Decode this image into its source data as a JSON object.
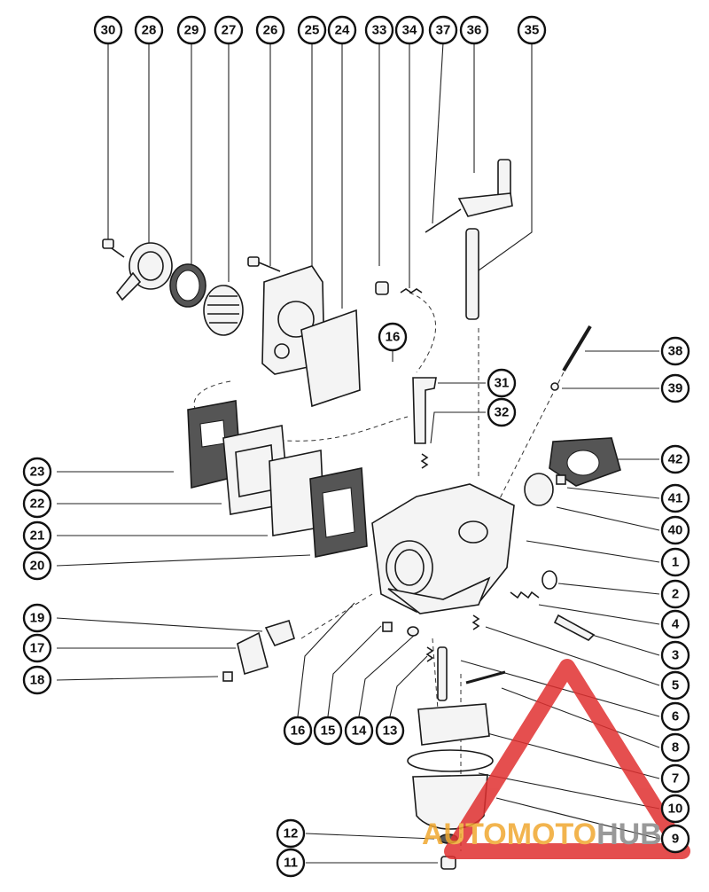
{
  "callouts": [
    "30",
    "28",
    "29",
    "27",
    "26",
    "25",
    "24",
    "33",
    "34",
    "37",
    "36",
    "35",
    "38",
    "39",
    "16",
    "31",
    "32",
    "42",
    "23",
    "22",
    "41",
    "21",
    "40",
    "20",
    "1",
    "2",
    "19",
    "4",
    "17",
    "3",
    "18",
    "5",
    "6",
    "16",
    "15",
    "14",
    "13",
    "8",
    "7",
    "10",
    "12",
    "9",
    "11"
  ],
  "watermark": {
    "part1": "AUTO",
    "part2": "MOTO",
    "part3": "HUB",
    "color_orange": "#f0a830",
    "color_red": "#e03030",
    "color_gray": "#888888"
  }
}
